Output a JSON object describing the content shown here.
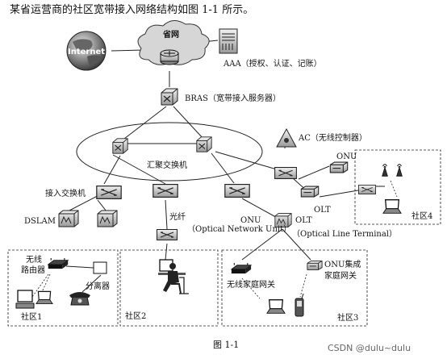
{
  "intro": "某省运营商的社区宽带接入网络结构如图 1-1 所示。",
  "caption": "图 1-1",
  "watermark": "CSDN @dulu~dulu",
  "labels": {
    "internet": "Internet",
    "provincial_net": "省网",
    "aaa": "AAA（授权、认证、记账）",
    "bras": "BRAS（宽带接入服务器）",
    "aggregation_switch": "汇聚交换机",
    "ac": "AC（无线控制器）",
    "access_switch": "接入交换机",
    "dslam": "DSLAM",
    "fiber": "光纤",
    "onu_top": "ONU",
    "olt_right": "OLT",
    "onu_mid": "ONU",
    "onu_full": "（Optical Network Unit）",
    "olt_mid": "OLT",
    "olt_full": "（Optical Line Terminal）",
    "wireless_router_1": "无线",
    "wireless_router_2": "路由器",
    "splitter": "分离器",
    "community1": "社区1",
    "community2": "社区2",
    "community3": "社区3",
    "community4": "社区4",
    "home_gateway": "无线家庭网关",
    "onu_integrated_1": "ONU集成",
    "onu_integrated_2": "家庭网关"
  }
}
